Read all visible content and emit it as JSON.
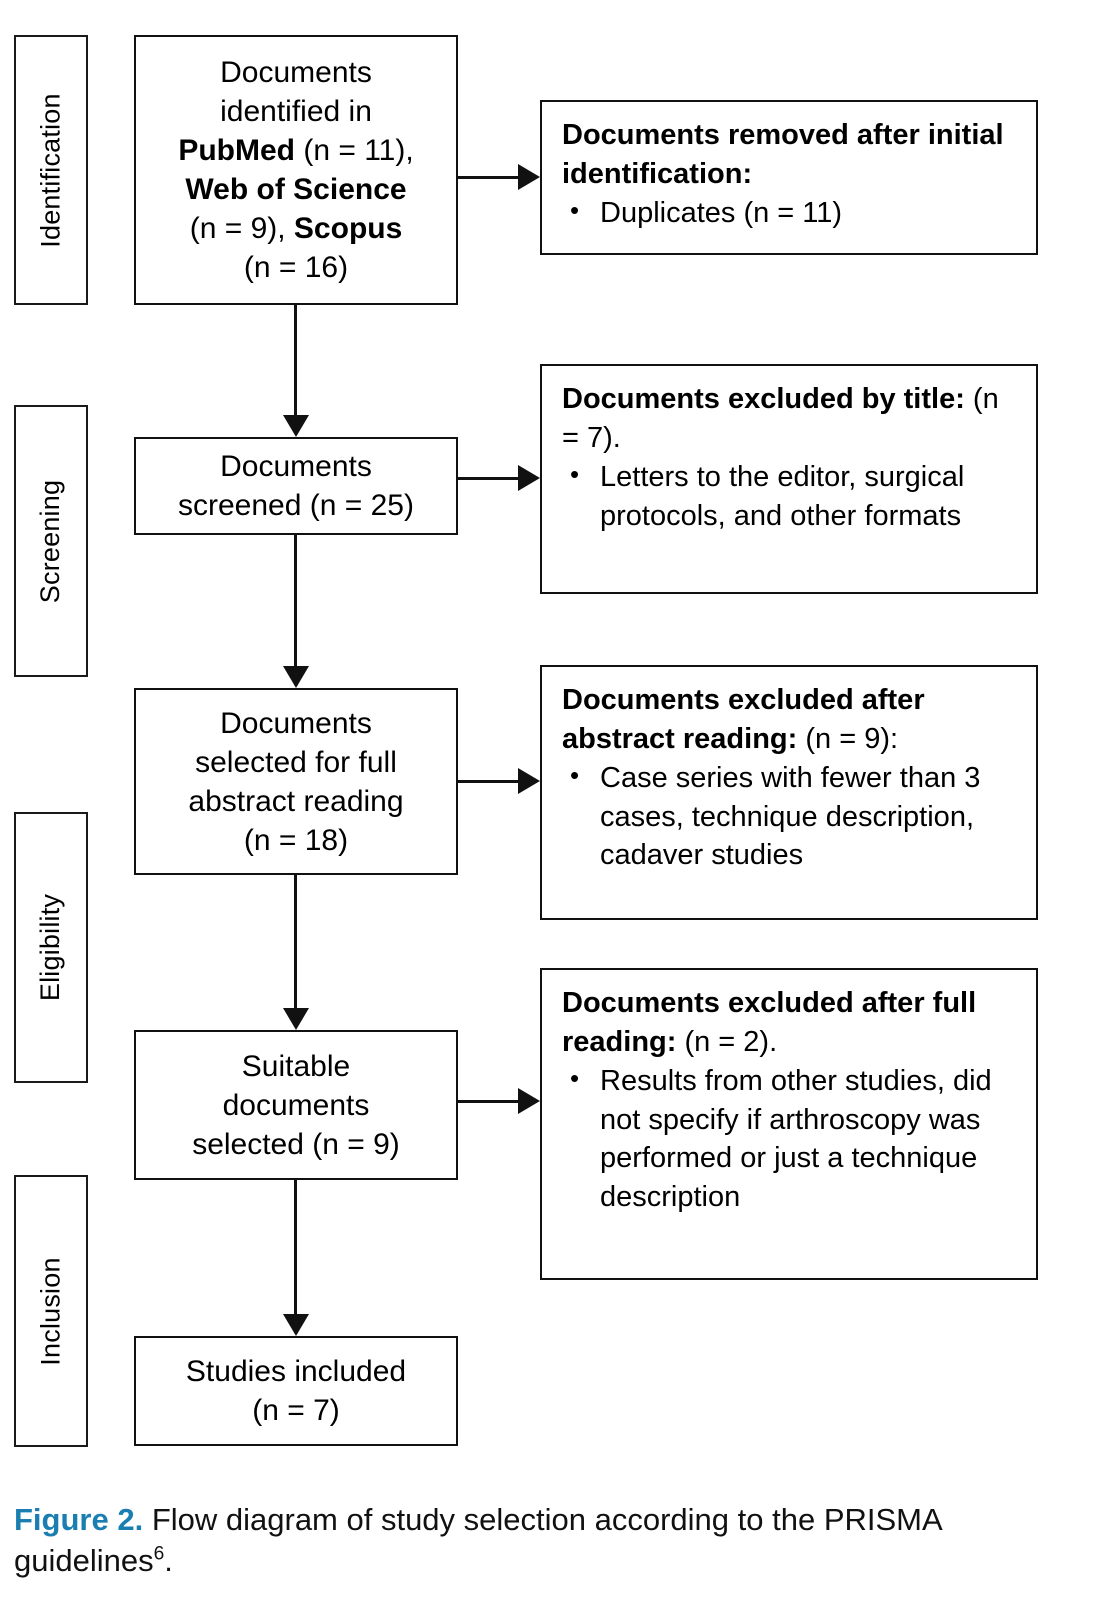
{
  "figure": {
    "caption_label": "Figure 2.",
    "caption_text": " Flow diagram of study selection according to the PRISMA guidelines",
    "caption_superscript": "6",
    "caption_tail": ".",
    "accent_color": "#1a7fb0",
    "line_color": "#111111"
  },
  "stages": [
    {
      "name": "identification",
      "label": "Identification"
    },
    {
      "name": "screening",
      "label": "Screening"
    },
    {
      "name": "eligibility",
      "label": "Eligibility"
    },
    {
      "name": "inclusion",
      "label": "Inclusion"
    }
  ],
  "flow": {
    "identified": {
      "line1": "Documents",
      "line2": "identified in",
      "line3_bold": "PubMed",
      "line3_rest": " (n = 11),",
      "line4_bold": "Web of Science",
      "line5_rest": "(n = 9), ",
      "line5_bold": "Scopus",
      "line6": "(n = 16)"
    },
    "screened": {
      "line1": "Documents",
      "line2": "screened (n = 25)"
    },
    "abstract_selected": {
      "line1": "Documents",
      "line2": "selected for full",
      "line3": "abstract reading",
      "line4": "(n = 18)"
    },
    "suitable": {
      "line1": "Suitable",
      "line2": "documents",
      "line3": "selected (n = 9)"
    },
    "included": {
      "line1": "Studies included",
      "line2": "(n = 7)"
    }
  },
  "exclusions": [
    {
      "name": "removed-after-initial-identification",
      "heading_bold": "Documents removed after initial identification:",
      "heading_normal": "",
      "items": [
        "Duplicates (n = 11)"
      ]
    },
    {
      "name": "excluded-by-title",
      "heading_bold": "Documents excluded by title:",
      "heading_normal": " (n = 7).",
      "items": [
        "Letters to the editor, surgical protocols, and other formats"
      ]
    },
    {
      "name": "excluded-after-abstract-reading",
      "heading_bold": "Documents excluded after abstract reading:",
      "heading_normal": " (n = 9):",
      "items": [
        "Case series with fewer than 3 cases, technique description, cadaver studies"
      ]
    },
    {
      "name": "excluded-after-full-reading",
      "heading_bold": "Documents excluded after full reading:",
      "heading_normal": " (n = 2).",
      "items": [
        "Results from other studies, did not specify if arthroscopy was performed or just a technique description"
      ]
    }
  ]
}
